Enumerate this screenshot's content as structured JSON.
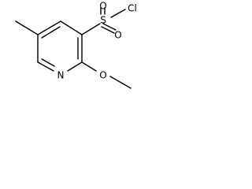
{
  "molecule": {
    "atoms": {
      "oxygen_top": "O",
      "sulfur": "S",
      "chlorine": "Cl",
      "oxygen_lower": "O",
      "nitrogen": "N",
      "methoxy_oxygen": "O"
    }
  }
}
